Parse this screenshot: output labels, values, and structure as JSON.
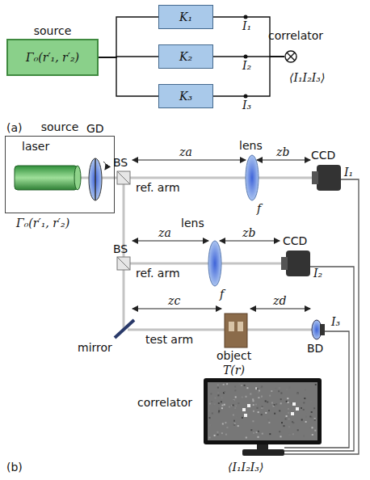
{
  "diagram": {
    "nodes": [
      {
        "text": [
          "source",
          "Γ₀(r′₁, r′₂)"
        ]
      },
      {
        "text": [
          "K₁"
        ]
      },
      {
        "text": [
          "K₂"
        ]
      },
      {
        "text": [
          "K₃"
        ]
      },
      {
        "text": [
          "correlator",
          "⟨I₁I₂I₃⟩"
        ]
      },
      {
        "text": [
          "source",
          "laser",
          "GD"
        ]
      }
    ],
    "edges": [
      {
        "from": 0,
        "to": 1,
        "arrow": "none"
      },
      {
        "from": 0,
        "to": 2,
        "arrow": "none"
      },
      {
        "from": 0,
        "to": 3,
        "arrow": "none"
      },
      {
        "from": 1,
        "to": 4,
        "label": "I₁",
        "arrow": "none"
      },
      {
        "from": 2,
        "to": 4,
        "label": "I₂",
        "arrow": "none"
      },
      {
        "from": 3,
        "to": 4,
        "label": "I₃",
        "arrow": "none"
      }
    ],
    "labels": [
      "(a)",
      "BS",
      "BS",
      "za",
      "zb",
      "lens",
      "f",
      "CCD",
      "I₁",
      "ref. arm",
      "za",
      "zb",
      "lens",
      "f",
      "CCD",
      "I₂",
      "ref. arm",
      "zc",
      "zd",
      "mirror",
      "test arm",
      "object",
      "T(r)",
      "BD",
      "I₃",
      "Γ₀(r′₁, r′₂)",
      "correlator",
      "⟨I₁I₂I₃⟩",
      "(b)"
    ]
  }
}
